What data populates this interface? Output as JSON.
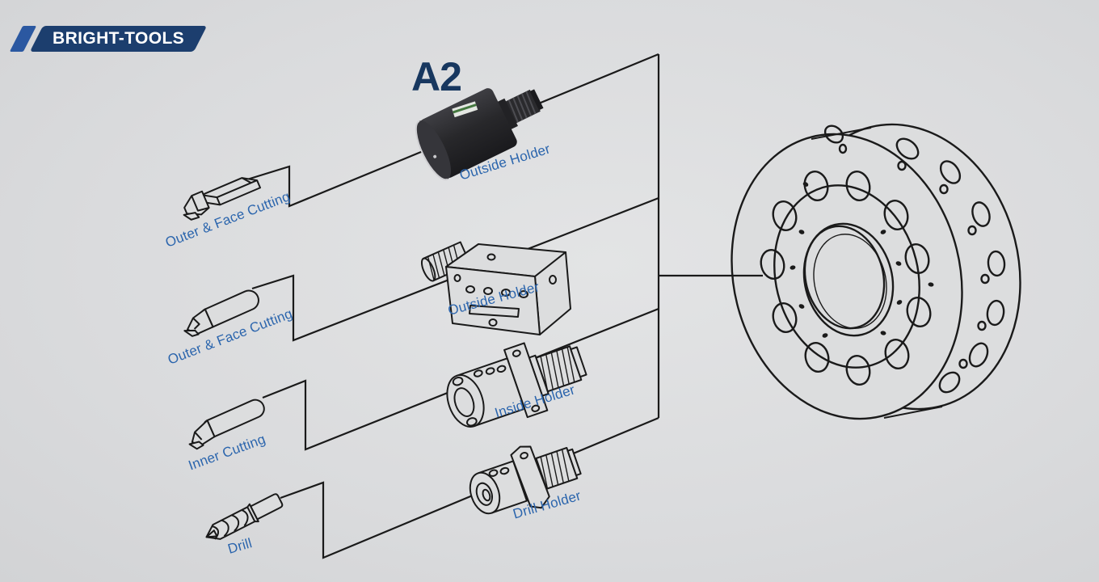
{
  "brand": {
    "logo_text": "BRIGHT-TOOLS"
  },
  "diagram": {
    "model_code": "A2",
    "description": "VDI turret disc tooling layout",
    "rows": [
      {
        "tool_label": "Outer & Face Cutting",
        "holder_label": "Outside Holder",
        "tool_icon": "square-shank-turning-tool",
        "holder_icon": "outside-holder-photo"
      },
      {
        "tool_label": "Outer & Face Cutting",
        "holder_label": "Outside Holder",
        "tool_icon": "round-shank-turning-tool",
        "holder_icon": "vdi-radial-holder-drawing"
      },
      {
        "tool_label": "Inner Cutting",
        "holder_label": "Inside Holder",
        "tool_icon": "boring-bar-tool",
        "holder_icon": "inside-holder-drawing"
      },
      {
        "tool_label": "Drill",
        "holder_label": "Drill Holder",
        "tool_icon": "twist-drill-tool",
        "holder_icon": "drill-holder-drawing"
      }
    ],
    "turret_icon": "vdi-turret-disc-drawing"
  },
  "colors": {
    "background": "#dcddde",
    "line": "#1a1a1a",
    "label_blue": "#2b65ad",
    "model_navy": "#17375f",
    "logo_navy": "#1c3e6e",
    "logo_slash_blue": "#2b58a1",
    "logo_text": "#ffffff",
    "holder_photo_black": "#29292c"
  }
}
